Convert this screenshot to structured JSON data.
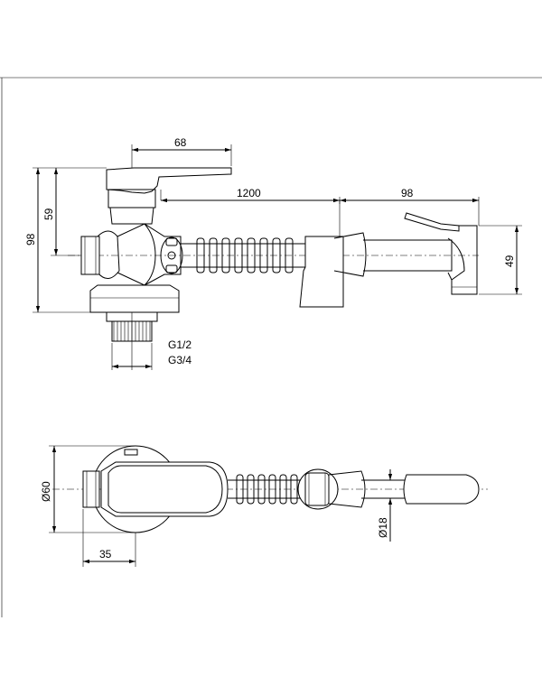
{
  "dimensions": {
    "side_view": {
      "lever_width": "68",
      "hose_length": "1200",
      "spray_length": "98",
      "total_height": "98",
      "upper_height": "59",
      "spray_height": "49",
      "thread_1": "G1/2",
      "thread_2": "G3/4"
    },
    "top_view": {
      "flange_diameter": "Ø60",
      "depth": "35",
      "hose_diameter": "Ø18"
    }
  }
}
